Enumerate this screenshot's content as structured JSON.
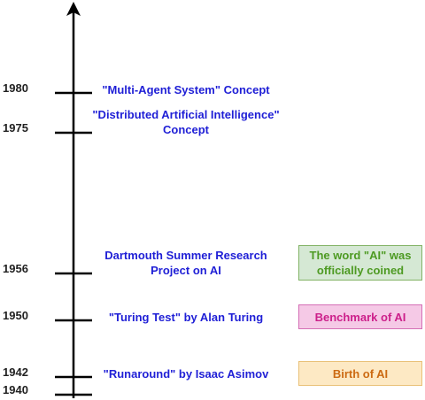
{
  "timeline": {
    "years": [
      {
        "label": "1980",
        "value": 1980
      },
      {
        "label": "1975",
        "value": 1975
      },
      {
        "label": "1956",
        "value": 1956
      },
      {
        "label": "1950",
        "value": 1950
      },
      {
        "label": "1942",
        "value": 1942
      },
      {
        "label": "1940",
        "value": 1940
      }
    ],
    "events": [
      {
        "year": 1980,
        "lines": [
          "\"Multi-Agent System\" Concept"
        ]
      },
      {
        "year": 1975,
        "lines": [
          "\"Distributed Artificial Intelligence\"",
          "Concept"
        ]
      },
      {
        "year": 1956,
        "lines": [
          "Dartmouth Summer Research",
          "Project on AI"
        ]
      },
      {
        "year": 1950,
        "lines": [
          "\"Turing Test\" by Alan Turing"
        ]
      },
      {
        "year": 1942,
        "lines": [
          "\"Runaround\" by Isaac Asimov"
        ]
      }
    ],
    "tags": [
      {
        "year": 1956,
        "lines": [
          "The word \"AI\" was",
          "officially coined"
        ],
        "fill": "#d5e8d4",
        "stroke": "#82b366",
        "text_color": "#4d9a22"
      },
      {
        "year": 1950,
        "lines": [
          "Benchmark of AI"
        ],
        "fill": "#f5c9e6",
        "stroke": "#d46fb5",
        "text_color": "#cc1f8a"
      },
      {
        "year": 1942,
        "lines": [
          "Birth of AI"
        ],
        "fill": "#fde9c4",
        "stroke": "#e9c178",
        "text_color": "#cc6a12"
      }
    ],
    "axis_color": "#000000",
    "event_color": "#1f1fd6"
  }
}
